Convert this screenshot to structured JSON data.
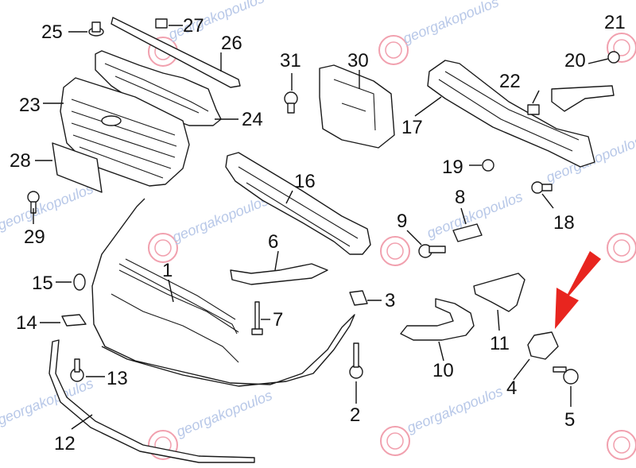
{
  "diagram": {
    "callouts": {
      "p1": "1",
      "p2": "2",
      "p3": "3",
      "p4": "4",
      "p5": "5",
      "p6": "6",
      "p7": "7",
      "p8": "8",
      "p9": "9",
      "p10": "10",
      "p11": "11",
      "p12": "12",
      "p13": "13",
      "p14": "14",
      "p15": "15",
      "p16": "16",
      "p17": "17",
      "p18": "18",
      "p19": "19",
      "p20": "20",
      "p21": "21",
      "p22": "22",
      "p23": "23",
      "p24": "24",
      "p25": "25",
      "p26": "26",
      "p27": "27",
      "p28": "28",
      "p29": "29",
      "p30": "30",
      "p31": "31"
    },
    "watermark_text": "georgakopoulos",
    "colors": {
      "line": "#1a1a1a",
      "watermark": "#b8c8e8",
      "logo": "#e05060",
      "arrow": "#e8251f"
    }
  }
}
